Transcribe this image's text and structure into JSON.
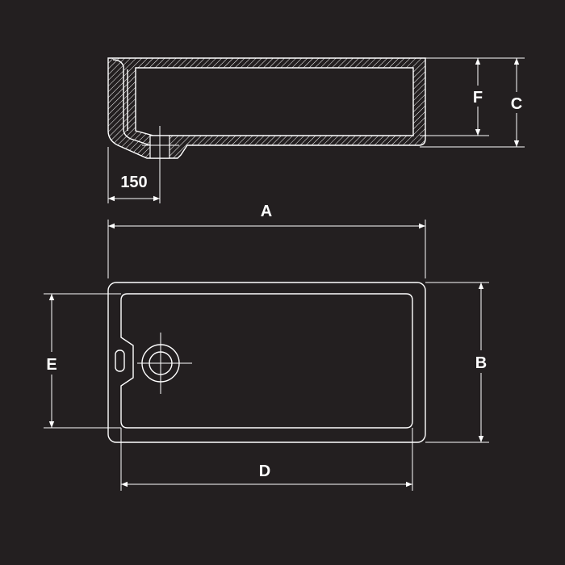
{
  "colors": {
    "background": "#231f20",
    "line": "#ffffff"
  },
  "side_view": {
    "offset_label": "150"
  },
  "dimensions": {
    "overall_length": "A",
    "overall_width": "B",
    "overall_height": "C",
    "internal_length": "D",
    "internal_width": "E",
    "internal_depth": "F"
  }
}
